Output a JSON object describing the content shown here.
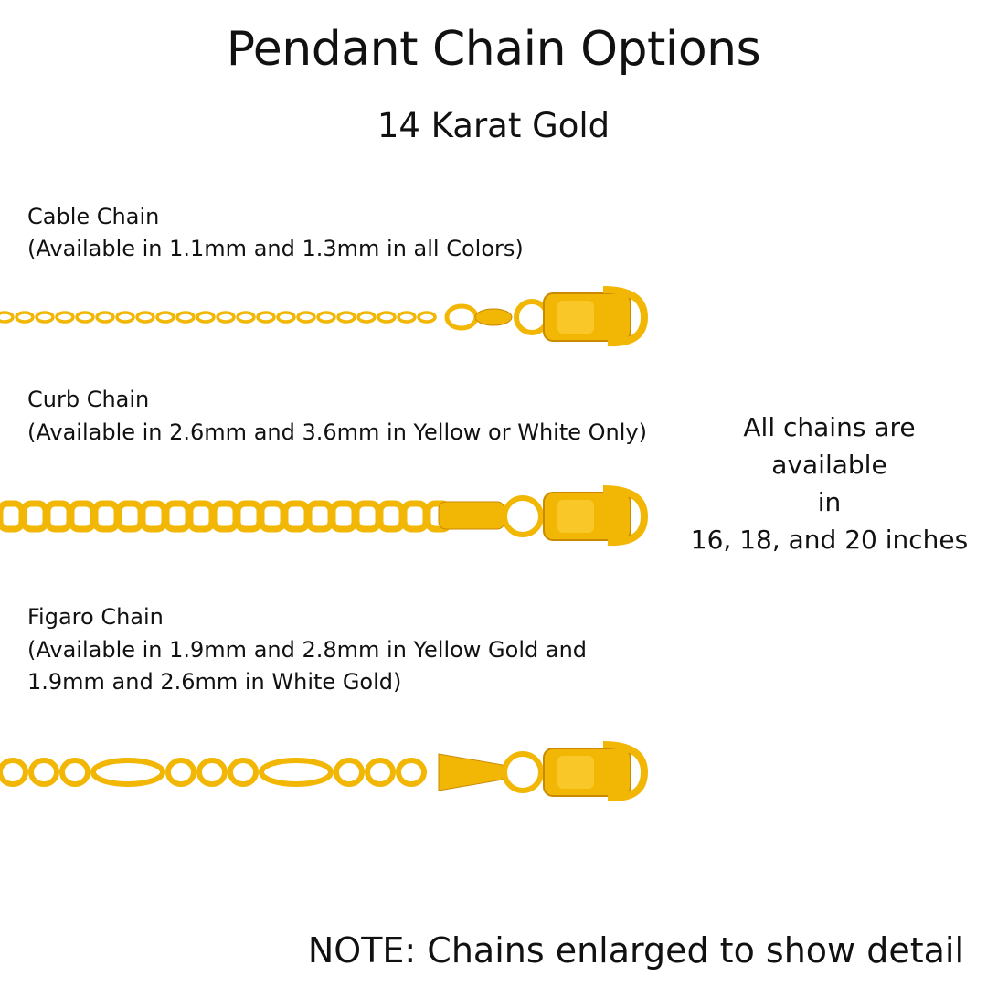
{
  "title": "Pendant Chain Options",
  "subtitle": "14 Karat Gold",
  "chains": [
    {
      "name": "Cable Chain",
      "availability": [
        "(Available in 1.1mm and 1.3mm in all Colors)"
      ],
      "style": "cable"
    },
    {
      "name": "Curb Chain",
      "availability": [
        "(Available in 2.6mm and 3.6mm in Yellow or White Only)"
      ],
      "style": "curb"
    },
    {
      "name": "Figaro Chain",
      "availability": [
        "(Available in 1.9mm and 2.8mm in Yellow Gold and",
        "1.9mm and 2.6mm in White Gold)"
      ],
      "style": "figaro"
    }
  ],
  "lengths_note": [
    "All chains are",
    "available",
    "in",
    "16, 18, and 20 inches"
  ],
  "footer_note": "NOTE: Chains enlarged to show detail",
  "colors": {
    "gold": "#f2b705",
    "gold_dark": "#c98a00",
    "gold_light": "#ffd84a"
  }
}
